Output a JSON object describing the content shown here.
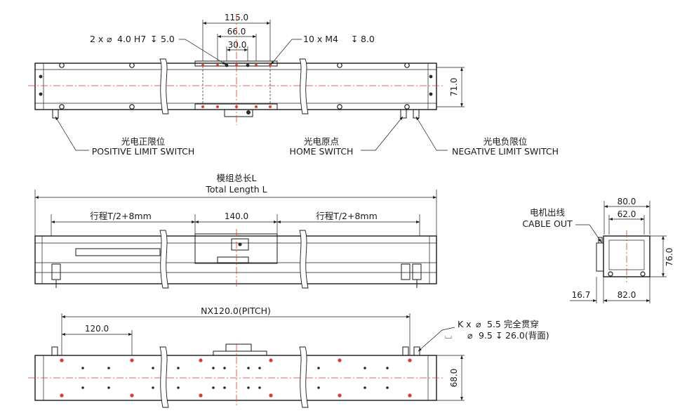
{
  "top_view": {
    "dim_115": "115.0",
    "dim_66": "66.0",
    "dim_30": "30.0",
    "dim_71": "71.0",
    "pin_note_a": "2 x",
    "pin_note_b": "4.0 H7",
    "pin_note_c": "5.0",
    "screw_note_a": "10 x  M4",
    "screw_note_b": "8.0",
    "positive_cn": "光电正限位",
    "positive_en": "POSITIVE LIMIT SWITCH",
    "home_cn": "光电原点",
    "home_en": "HOME  SWITCH",
    "negative_cn": "光电负限位",
    "negative_en": "NEGATIVE  LIMIT  SWITCH"
  },
  "side_view": {
    "total_cn": "模组总长L",
    "total_en": "Total Length L",
    "stroke_left": "行程T/2+8mm",
    "dim_140": "140.0",
    "stroke_right": "行程T/2+8mm"
  },
  "end_view": {
    "cable_cn": "电机出线",
    "cable_en": "CABLE OUT",
    "dim_80": "80.0",
    "dim_62": "62.0",
    "dim_76": "76.0",
    "dim_16_7": "16.7",
    "dim_82": "82.0"
  },
  "bottom_view": {
    "pitch": "NX120.0(PITCH)",
    "dim_120": "120.0",
    "hole_note_a": "K x",
    "hole_note_b": "5.5 完全贯穿",
    "hole_note_c": "9.5",
    "hole_note_d": "26.0(背面)",
    "dim_68": "68.0"
  },
  "symbols": {
    "diameter": "⌀",
    "depth": "↧",
    "counterbore": "⌴"
  },
  "colors": {
    "centerline": "#e03a2a",
    "line": "#1a1a1a"
  }
}
